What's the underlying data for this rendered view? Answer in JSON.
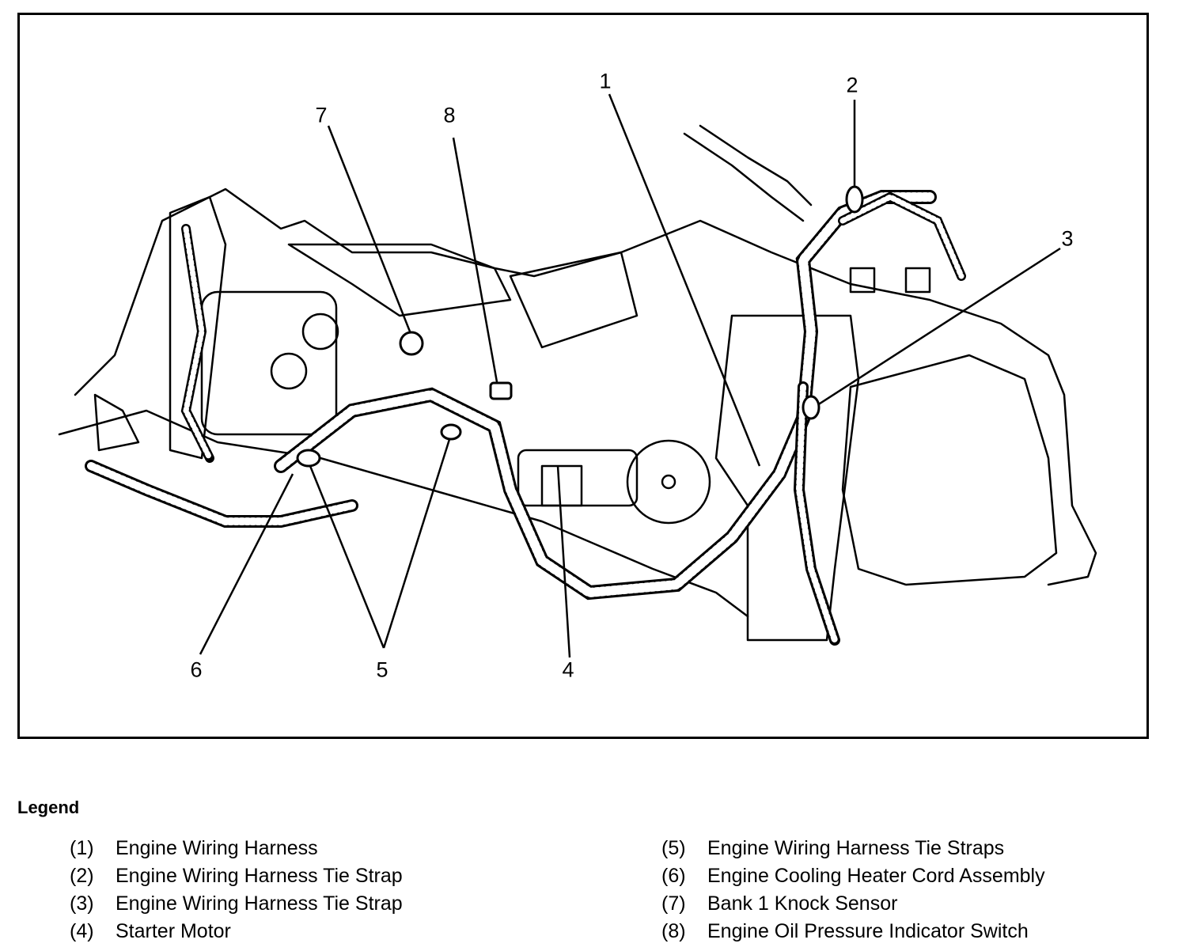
{
  "diagram": {
    "callouts": [
      {
        "id": "1",
        "label": "1"
      },
      {
        "id": "2",
        "label": "2"
      },
      {
        "id": "3",
        "label": "3"
      },
      {
        "id": "4",
        "label": "4"
      },
      {
        "id": "5",
        "label": "5"
      },
      {
        "id": "6",
        "label": "6"
      },
      {
        "id": "7",
        "label": "7"
      },
      {
        "id": "8",
        "label": "8"
      }
    ]
  },
  "legend": {
    "title": "Legend",
    "items": [
      {
        "num": "(1)",
        "text": "Engine Wiring Harness"
      },
      {
        "num": "(2)",
        "text": "Engine Wiring Harness Tie Strap"
      },
      {
        "num": "(3)",
        "text": "Engine Wiring Harness Tie Strap"
      },
      {
        "num": "(4)",
        "text": "Starter Motor"
      },
      {
        "num": "(5)",
        "text": "Engine Wiring Harness Tie Straps"
      },
      {
        "num": "(6)",
        "text": "Engine Cooling Heater Cord Assembly"
      },
      {
        "num": "(7)",
        "text": "Bank 1 Knock Sensor"
      },
      {
        "num": "(8)",
        "text": "Engine Oil Pressure Indicator Switch"
      }
    ]
  }
}
